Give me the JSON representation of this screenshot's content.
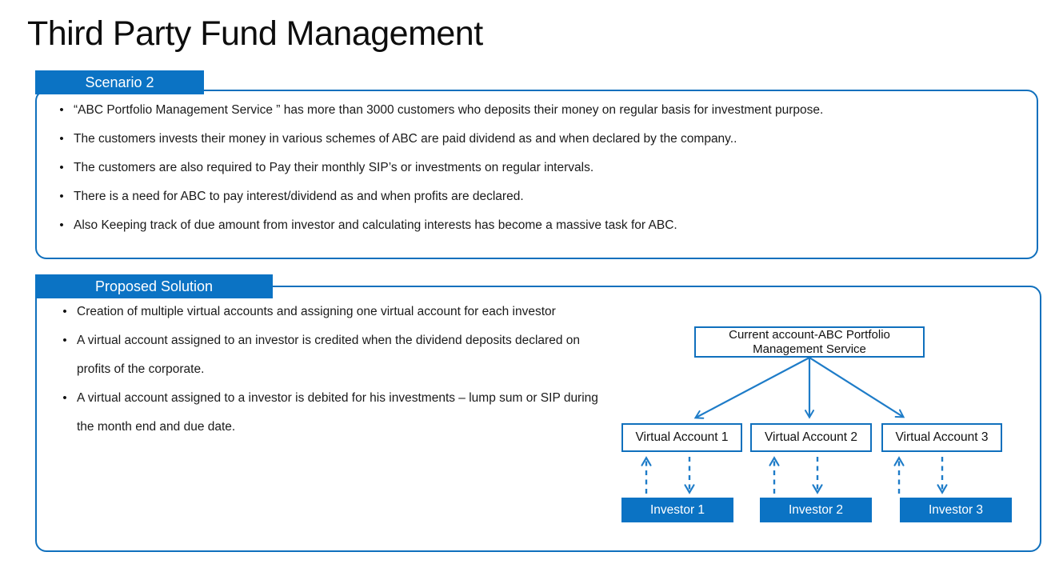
{
  "slide": {
    "title": "Third Party Fund Management"
  },
  "scenario": {
    "tab_label": "Scenario 2",
    "bullets": [
      "“ABC Portfolio Management Service ” has more than 3000 customers who deposits their money on regular basis for investment purpose.",
      "The customers invests their money in various schemes of ABC are paid dividend as and when declared by the company..",
      "The customers are also required to Pay their monthly SIP’s or investments on regular intervals.",
      "There is a need for ABC to pay interest/dividend as and when profits are declared.",
      "Also Keeping track of due amount from investor and calculating interests has become a massive task for ABC."
    ]
  },
  "solution": {
    "tab_label": "Proposed Solution",
    "bullets": [
      "Creation of multiple virtual accounts and assigning one virtual account for each investor",
      "A virtual account assigned to an investor is credited when the dividend deposits declared on profits of the corporate.",
      "A virtual account assigned to a investor is debited for his investments – lump sum or SIP during the month end and due date."
    ],
    "diagram": {
      "root_label": "Current account-ABC Portfolio Management Service",
      "virtual_accounts": [
        "Virtual Account 1",
        "Virtual Account 2",
        "Virtual Account 3"
      ],
      "investors": [
        "Investor 1",
        "Investor 2",
        "Investor 3"
      ]
    }
  },
  "colors": {
    "accent_blue": "#0b73c4",
    "border_blue": "#1070bd",
    "arrow_blue": "#1e7cc8",
    "text": "#1a1a1a"
  }
}
